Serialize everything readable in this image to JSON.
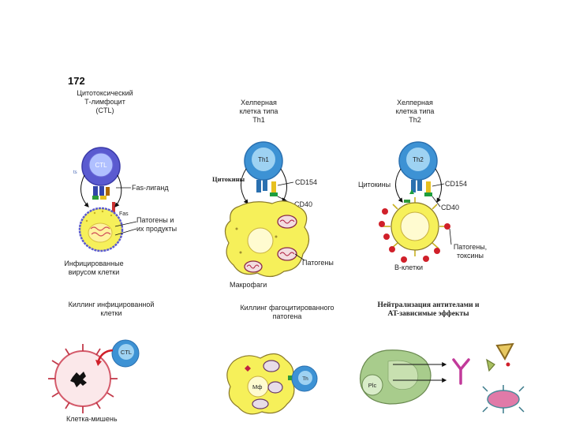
{
  "page_number": "172",
  "column1": {
    "title_lines": [
      "Цитотоксический",
      "Т-лимфоцит",
      "(CTL)"
    ],
    "cell_label": "CTL",
    "fas_ligand": "Fas-лиганд",
    "fas": "Fas",
    "small_mark": "ts",
    "pathogens_lines": [
      "Патогены и",
      "их продукты"
    ],
    "infected_lines": [
      "Инфицированные",
      "вирусом клетки"
    ],
    "killing_lines": [
      "Киллинг инфицированной",
      "клетки"
    ],
    "ctl_label": "CTL",
    "target_cell": "Клетка-мишень"
  },
  "column2": {
    "title_lines": [
      "Хелперная",
      "клетка типа",
      "Th1"
    ],
    "cell_label": "Th1",
    "cytokines": "Цитокины",
    "cd154": "CD154",
    "cd40": "CD40",
    "pathogens": "Патогены",
    "macrophages": "Макрофаги",
    "killing_lines": [
      "Киллинг фагоцитированного",
      "патогена"
    ],
    "mf_label": "Мф",
    "th_label": "Th"
  },
  "column3": {
    "title_lines": [
      "Хелперная",
      "клетка типа",
      "Th2"
    ],
    "cell_label": "Th2",
    "cytokines": "Цитокины",
    "cd154": "CD154",
    "cd40": "CD40",
    "pathogens_lines": [
      "Патогены,",
      "токсины"
    ],
    "b_cells": "В-клетки",
    "neutral_lines": [
      "Нейтрализация антителами и",
      "AT-зависимые эффекты"
    ],
    "plc_label": "Plc"
  },
  "colors": {
    "blue_cell": "#3d92d4",
    "blue_nucleus": "#9ed2f2",
    "purple_cell": "#5a5ad0",
    "yellow_cell": "#f6f05a",
    "nucleus": "#fffbd0",
    "green_cell": "#a8cc8c",
    "red_receptor": "#d0202a"
  }
}
